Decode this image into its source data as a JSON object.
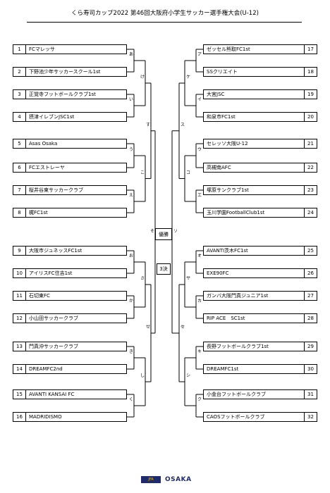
{
  "title": "くら寿司カップ2022 第46回大阪府小学生サッカー選手権大会(U-12)",
  "left_teams": [
    {
      "num": "1",
      "name": "FCマレッサ"
    },
    {
      "num": "2",
      "name": "下野池少年サッカースクール1st"
    },
    {
      "num": "3",
      "name": "正覚寺フットボールクラブ1st"
    },
    {
      "num": "4",
      "name": "摂津イレブンJSC1st"
    },
    {
      "num": "5",
      "name": "Asas Osaka"
    },
    {
      "num": "6",
      "name": "FCエストレーヤ"
    },
    {
      "num": "7",
      "name": "桜井谷東サッカークラブ"
    },
    {
      "num": "8",
      "name": "梶FC1st"
    },
    {
      "num": "9",
      "name": "大阪市ジュネッスFC1st"
    },
    {
      "num": "10",
      "name": "アイリスFC住吉1st"
    },
    {
      "num": "11",
      "name": "石切東FC"
    },
    {
      "num": "12",
      "name": "小山田サッカークラブ"
    },
    {
      "num": "13",
      "name": "門真沖サッカークラブ"
    },
    {
      "num": "14",
      "name": "DREAMFC2nd"
    },
    {
      "num": "15",
      "name": "AVANTI KANSAI FC"
    },
    {
      "num": "16",
      "name": "MADRIDISMO"
    }
  ],
  "right_teams": [
    {
      "num": "17",
      "name": "ゼッセル熊取FC1st"
    },
    {
      "num": "18",
      "name": "SSクリエイト"
    },
    {
      "num": "19",
      "name": "大宮JSC"
    },
    {
      "num": "20",
      "name": "和泉市FC1st"
    },
    {
      "num": "21",
      "name": "セレッソ大阪U-12"
    },
    {
      "num": "22",
      "name": "高槻南AFC"
    },
    {
      "num": "23",
      "name": "塚原サンクラブ1st"
    },
    {
      "num": "24",
      "name": "玉川学園FootballClub1st"
    },
    {
      "num": "25",
      "name": "AVANTI茨木FC1st"
    },
    {
      "num": "26",
      "name": "EXE90FC"
    },
    {
      "num": "27",
      "name": "ガンバ大阪門真ジュニア1st"
    },
    {
      "num": "28",
      "name": "RIP ACE　SC1st"
    },
    {
      "num": "29",
      "name": "長野フットボールクラブ1st"
    },
    {
      "num": "30",
      "name": "DREAMFC1st"
    },
    {
      "num": "31",
      "name": "小金台フットボールクラブ"
    },
    {
      "num": "32",
      "name": "CAOSフットボールクラブ"
    }
  ],
  "match_labels": {
    "left_r1": [
      "あ",
      "い",
      "う",
      "え",
      "お",
      "か",
      "き",
      "く"
    ],
    "left_r2": [
      "け",
      "こ",
      "さ",
      "し"
    ],
    "left_r3": [
      "す",
      "せ"
    ],
    "left_r4": "そ",
    "right_r1": [
      "ア",
      "イ",
      "ウ",
      "エ",
      "オ",
      "カ",
      "キ",
      "ク"
    ],
    "right_r2": [
      "ケ",
      "コ",
      "サ",
      "シ"
    ],
    "right_r3": [
      "ス",
      "セ"
    ],
    "right_r4": "ソ"
  },
  "final_label": "優勝",
  "third_place_label": "3決",
  "footer": {
    "logo1_text": "JFA",
    "logo2_text": "OSAKA"
  }
}
